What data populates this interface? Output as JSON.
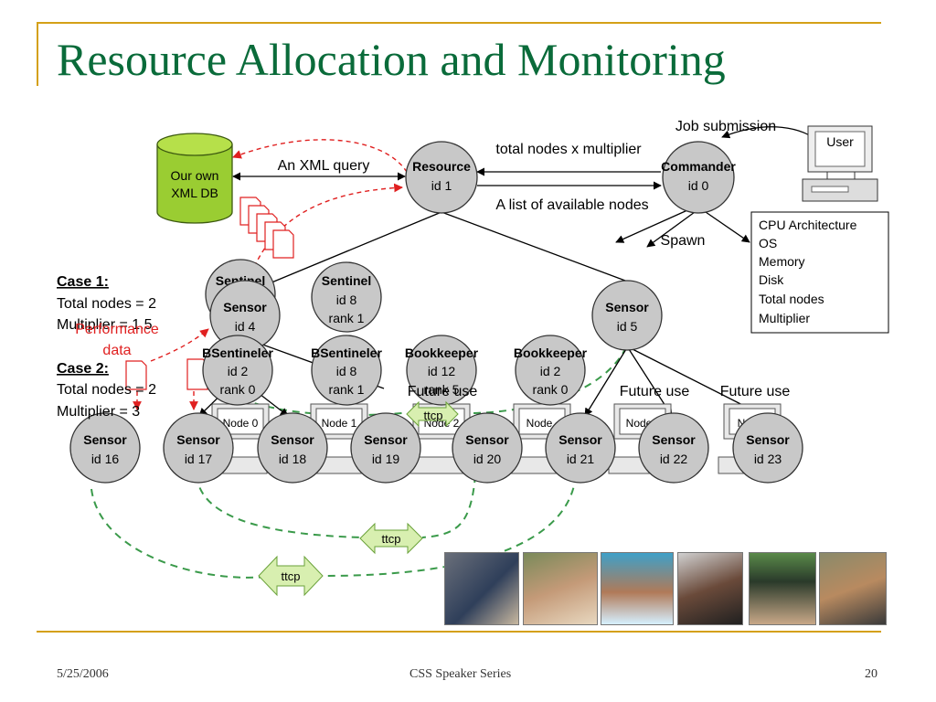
{
  "slide": {
    "title": "Resource Allocation and Monitoring"
  },
  "db": {
    "line1": "Our own",
    "line2": "XML DB"
  },
  "user_box": "User",
  "nodes": {
    "resource": {
      "name": "Resource",
      "id": "id 1"
    },
    "commander": {
      "name": "Commander",
      "id": "id 0"
    },
    "sentinel_top": "Sentinel",
    "sensor4": {
      "name": "Sensor",
      "id": "id 4"
    },
    "sentinel8_top": {
      "name": "Sentinel",
      "id": "id 8",
      "rank": "rank 1"
    },
    "sensor5": {
      "name": "Sensor",
      "id": "id 5"
    },
    "mid_a": {
      "name": "BSentineler",
      "id": "id 2",
      "rank": "rank 0"
    },
    "mid_b": {
      "name": "BSentineler",
      "id": "id 8",
      "rank": "rank 1"
    },
    "mid_c": {
      "name": "Bookkeeper",
      "id": "id 12",
      "rank": "rank 5"
    },
    "mid_d": {
      "name": "Bookkeeper",
      "id": "id 2",
      "rank": "rank 0"
    },
    "sensors": [
      {
        "name": "Sensor",
        "id": "id 16"
      },
      {
        "name": "Sensor",
        "id": "id 17"
      },
      {
        "name": "Sensor",
        "id": "id 18"
      },
      {
        "name": "Sensor",
        "id": "id 19"
      },
      {
        "name": "Sensor",
        "id": "id 20"
      },
      {
        "name": "Sensor",
        "id": "id 21"
      },
      {
        "name": "Sensor",
        "id": "id 22"
      },
      {
        "name": "Sensor",
        "id": "id 23"
      }
    ]
  },
  "labels": {
    "job_submission": "Job submission",
    "total_nodes_multiplier": "total nodes x multiplier",
    "xml_query": "An XML query",
    "available_nodes": "A list of available nodes",
    "spawn": "Spawn",
    "performance": "Performance",
    "performance_data": "data",
    "future_use_1": "Future use",
    "future_use_2": "Future use",
    "future_use_3": "Future use",
    "ttcp_small": "ttcp",
    "ttcp_mid": "ttcp",
    "ttcp_bottom": "ttcp"
  },
  "info_box": [
    "CPU Architecture",
    "OS",
    "Memory",
    "Disk",
    "Total nodes",
    "Multiplier"
  ],
  "cases": {
    "case1": {
      "heading": "Case 1:",
      "line1": "Total nodes = 2",
      "line2": "Multiplier = 1.5"
    },
    "case2": {
      "heading": "Case 2:",
      "line1": "Total nodes = 2",
      "line2": "Multiplier = 3"
    }
  },
  "machines": [
    "Node 0",
    "Node 1",
    "Node 2",
    "Node",
    "Node",
    "N"
  ],
  "footer": {
    "date": "5/25/2006",
    "series": "CSS Speaker Series",
    "page": "20"
  },
  "colors": {
    "title": "#0a6b3a",
    "rule": "#d4a017",
    "db": "#9acd32",
    "circle": "#c8c8c8",
    "dashed_green": "#3a9a4a",
    "dashed_red": "#e02020",
    "ttcp_fill": "#d8efb0"
  }
}
